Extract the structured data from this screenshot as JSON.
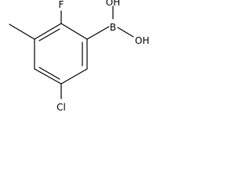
{
  "molecule": {
    "atoms": {
      "fluorine": "F",
      "boron": "B",
      "hydroxyl_top": "OH",
      "hydroxyl_bottom": "OH",
      "chlorine": "Cl"
    }
  }
}
